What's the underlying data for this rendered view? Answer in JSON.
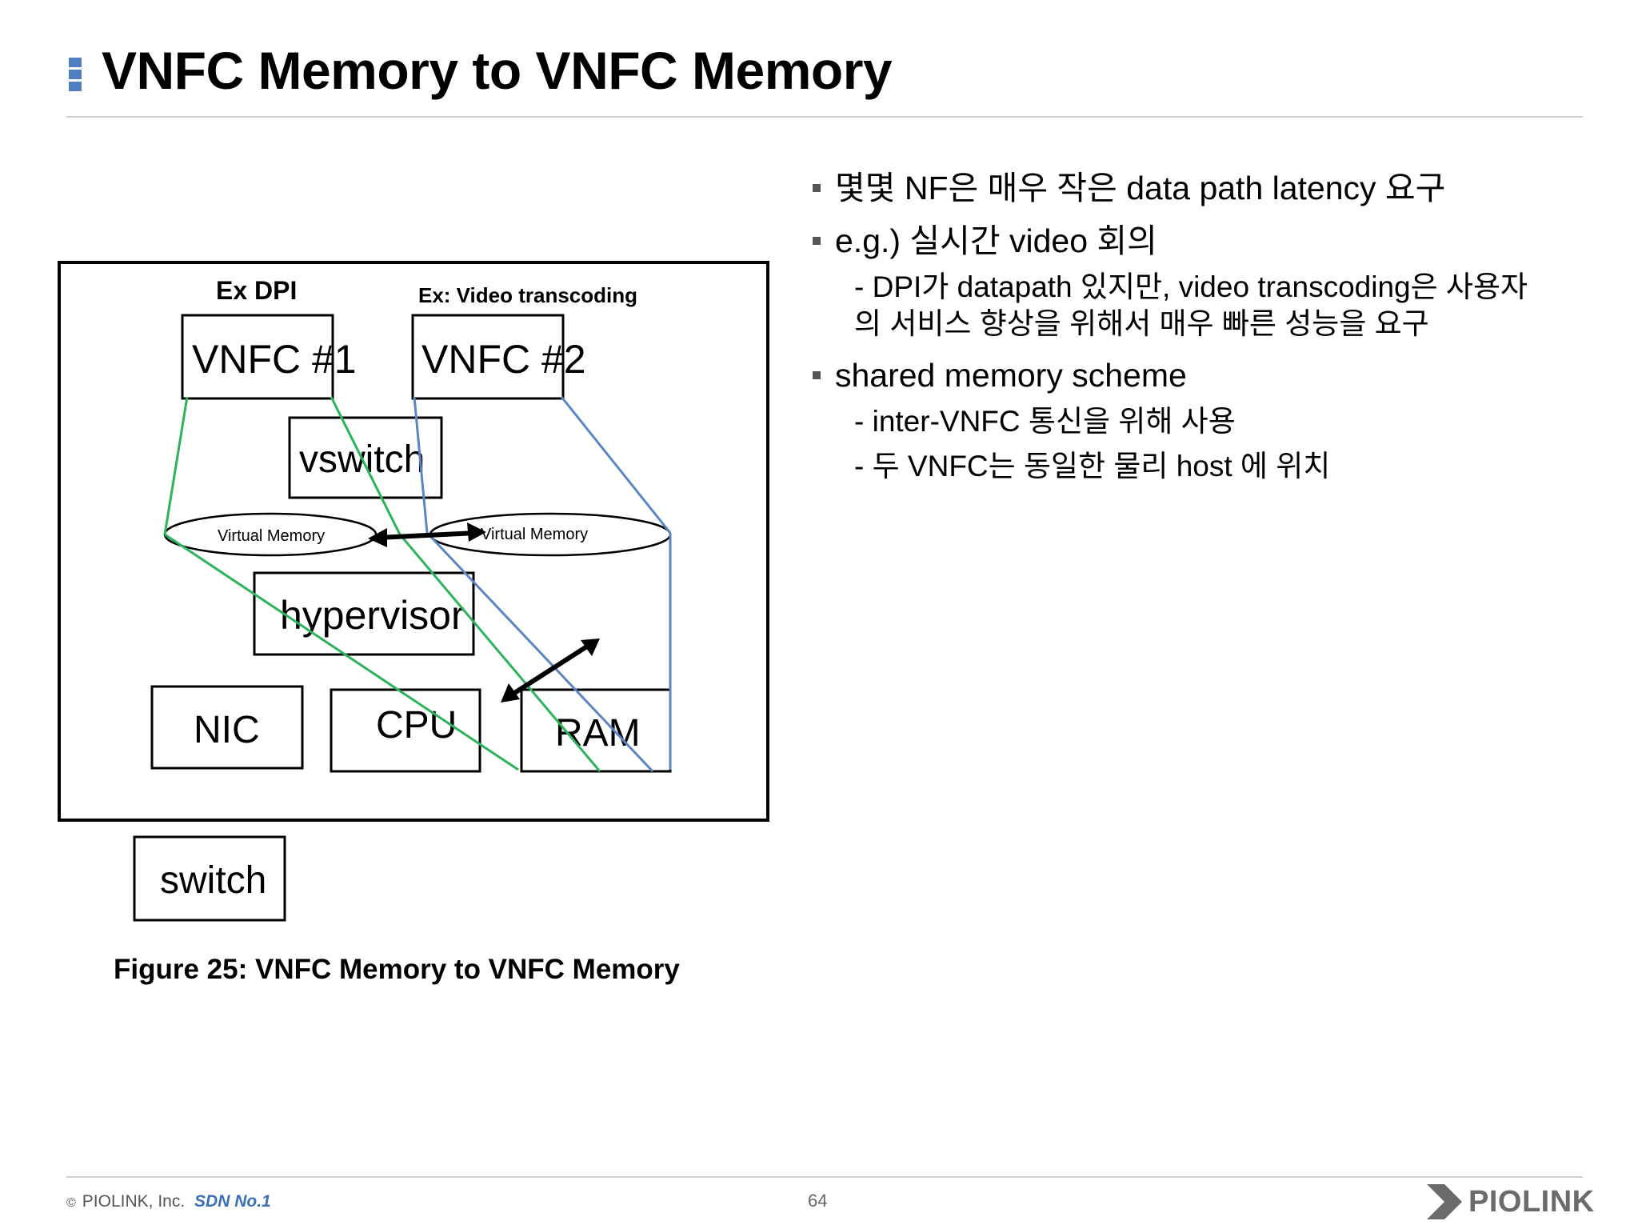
{
  "slide": {
    "title": "VNFC Memory to VNFC Memory"
  },
  "bullets": [
    {
      "text": "몇몇 NF은 매우 작은 data path latency 요구",
      "sub": []
    },
    {
      "text": "e.g.) 실시간 video 회의",
      "sub": [
        "- DPI가 datapath 있지만, video transcoding은 사용자의 서비스 향상을 위해서 매우 빠른 성능을 요구"
      ]
    },
    {
      "text": "shared memory scheme",
      "sub": [
        "- inter-VNFC 통신을 위해 사용",
        "- 두 VNFC는 동일한 물리 host 에 위치"
      ]
    }
  ],
  "figure": {
    "label_ex_dpi": "Ex DPI",
    "label_ex_video": "Ex: Video transcoding",
    "vnfc1": "VNFC #1",
    "vnfc2": "VNFC #2",
    "vswitch": "vswitch",
    "virtual_memory_left": "Virtual Memory",
    "virtual_memory_right": "Virtual Memory",
    "hypervisor": "hypervisor",
    "nic": "NIC",
    "cpu": "CPU",
    "ram": "RAM",
    "switch": "switch",
    "caption": "Figure 25: VNFC Memory to VNFC Memory",
    "colors": {
      "green": "#2db35a",
      "blue": "#5b86c4"
    }
  },
  "footer": {
    "copyright_symbol": "©",
    "company": "PIOLINK, Inc.",
    "tagline": "SDN No.1",
    "page_number": "64",
    "logo_text": "PIOLINK"
  }
}
